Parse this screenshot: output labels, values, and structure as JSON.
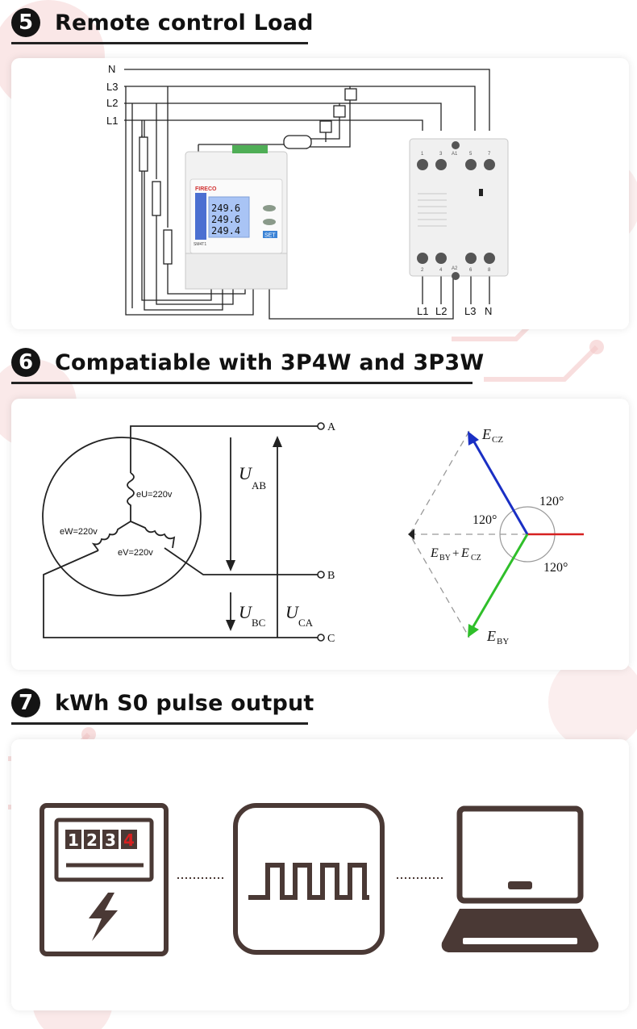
{
  "sections": [
    {
      "number": "5",
      "title": "Remote control Load"
    },
    {
      "number": "6",
      "title": "Compatiable with 3P4W and 3P3W"
    },
    {
      "number": "7",
      "title": "kWh S0 pulse output"
    }
  ],
  "wiring": {
    "line_labels": [
      "N",
      "L3",
      "L2",
      "L1"
    ],
    "output_labels": [
      "L1",
      "L2",
      "L3",
      "N"
    ],
    "meter": {
      "brand": "FIRECO",
      "model": "SM4T1",
      "readings": [
        "249.6",
        "249.6",
        "249.4"
      ],
      "set_label": "SET"
    },
    "contactor": {
      "top_terminals": [
        "1",
        "3",
        "A1",
        "5",
        "7"
      ],
      "bottom_terminals": [
        "2",
        "4",
        "A2",
        "6",
        "8"
      ]
    }
  },
  "star_diagram": {
    "terminals": [
      "A",
      "B",
      "C"
    ],
    "phase_labels": [
      "eU=220v",
      "eW=220v",
      "eV=220v"
    ],
    "voltage_labels": [
      {
        "main": "U",
        "sub": "AB"
      },
      {
        "main": "U",
        "sub": "BC"
      },
      {
        "main": "U",
        "sub": "CA"
      }
    ]
  },
  "phasor_diagram": {
    "vectors": [
      {
        "main": "E",
        "sub": "CZ",
        "color": "#1a2fc4"
      },
      {
        "main": "E",
        "sub": "BY",
        "color": "#2fbf2a"
      }
    ],
    "reference_color": "#d62020",
    "sum_label": {
      "a": "E",
      "a_sub": "BY",
      "op": "+",
      "b": "E",
      "b_sub": "CZ"
    },
    "angle_labels": [
      "120°",
      "120°",
      "120°"
    ]
  },
  "pulse": {
    "counter_digits": [
      "1",
      "2",
      "3",
      "4"
    ],
    "highlight_color": "#d62020",
    "icon_color": "#4a3935"
  }
}
